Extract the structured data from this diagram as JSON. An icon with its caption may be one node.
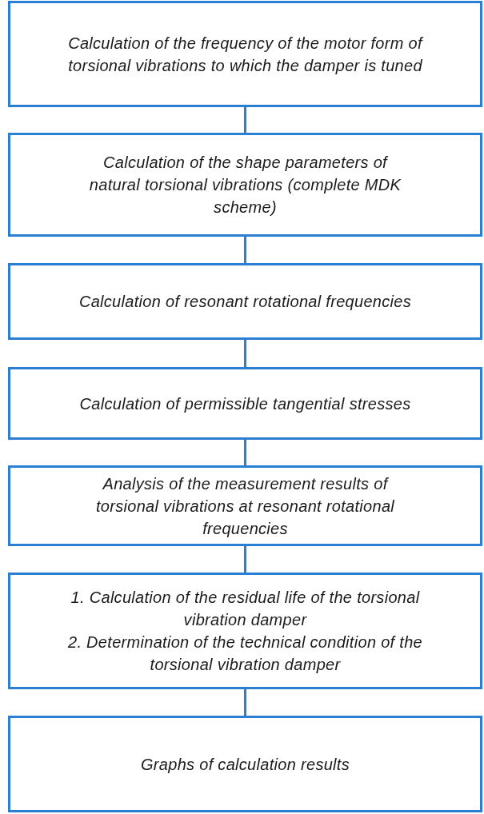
{
  "diagram": {
    "nodes": [
      {
        "text": [
          "Calculation of the frequency of the motor form of torsional vibrations to which the damper is tuned"
        ]
      },
      {
        "text": [
          "Calculation of the shape parameters of natural torsional vibrations (complete MDK scheme)"
        ]
      },
      {
        "text": [
          "Calculation of resonant rotational frequencies"
        ]
      },
      {
        "text": [
          "Calculation of permissible tangential stresses"
        ]
      },
      {
        "text": [
          "Analysis of the measurement results of torsional vibrations at resonant rotational frequencies"
        ]
      },
      {
        "text": [
          "1. Calculation of the residual life of the torsional vibration damper",
          "2. Determination of the technical condition of the torsional vibration damper"
        ]
      },
      {
        "text": [
          "Graphs of calculation results"
        ]
      }
    ],
    "edges": [
      {
        "from": 0,
        "to": 1,
        "arrow": "none"
      },
      {
        "from": 1,
        "to": 2,
        "arrow": "none"
      },
      {
        "from": 2,
        "to": 3,
        "arrow": "none"
      },
      {
        "from": 3,
        "to": 4,
        "arrow": "none"
      },
      {
        "from": 4,
        "to": 5,
        "arrow": "none"
      },
      {
        "from": 5,
        "to": 6,
        "arrow": "none"
      }
    ]
  }
}
